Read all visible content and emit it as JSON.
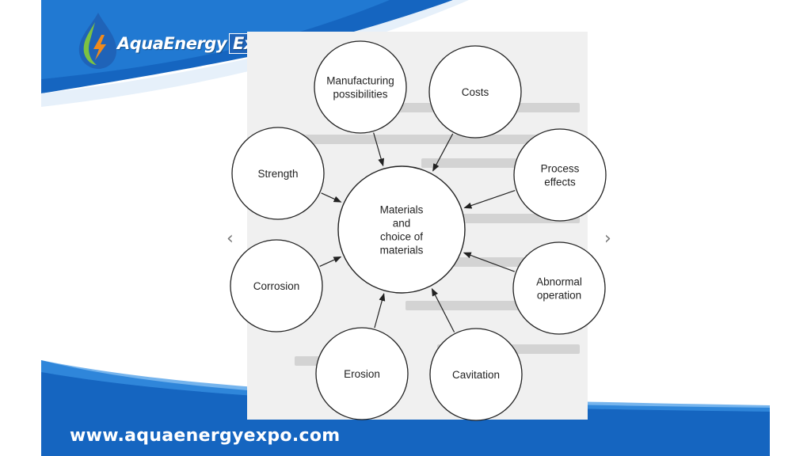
{
  "brand": {
    "name_part1": "AquaEnergy",
    "name_part2": "Expo"
  },
  "footer": {
    "website": "www.aquaenergyexpo.com"
  },
  "navigation": {
    "prev_glyph": "‹",
    "next_glyph": "›"
  },
  "diagram": {
    "center": [
      "Materials",
      "and",
      "choice of",
      "materials"
    ],
    "nodes": [
      {
        "id": "manufacturing",
        "lines": [
          "Manufacturing",
          "possibilities"
        ]
      },
      {
        "id": "costs",
        "lines": [
          "Costs"
        ]
      },
      {
        "id": "process-effects",
        "lines": [
          "Process",
          "effects"
        ]
      },
      {
        "id": "abnormal-operation",
        "lines": [
          "Abnormal",
          "operation"
        ]
      },
      {
        "id": "cavitation",
        "lines": [
          "Cavitation"
        ]
      },
      {
        "id": "erosion",
        "lines": [
          "Erosion"
        ]
      },
      {
        "id": "corrosion",
        "lines": [
          "Corrosion"
        ]
      },
      {
        "id": "strength",
        "lines": [
          "Strength"
        ]
      }
    ]
  },
  "colors": {
    "brand_blue": "#1565c0",
    "brand_blue_light": "#2b8be0",
    "logo_green": "#7cc242",
    "logo_orange": "#f08a1c"
  }
}
